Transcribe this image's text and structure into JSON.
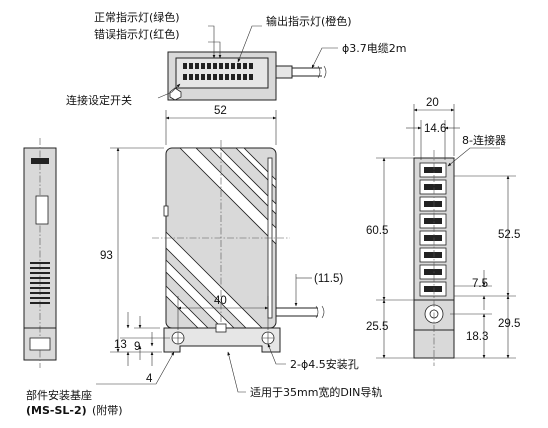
{
  "labels": {
    "normal_led": "正常指示灯(绿色)",
    "error_led": "错误指示灯(红色)",
    "output_led": "输出指示灯(橙色)",
    "cable": "ϕ3.7电缆2m",
    "setting_switch": "连接设定开关",
    "connector": "8-连接器",
    "mounting_holes": "2-ϕ4.5安装孔",
    "din_rail": "适用于35mm宽的DIN导轨",
    "mount_base_line1": "部件安装基座",
    "mount_base_model": "(MS-SL-2)",
    "mount_base_suffix": "(附带)"
  },
  "dimensions": {
    "width_52": "52",
    "height_93": "93",
    "holes_40": "40",
    "cable_offset": "(11.5)",
    "dim_13": "13",
    "dim_9": "9",
    "dim_4": "4",
    "depth_20": "20",
    "depth_14_6": "14.6",
    "dim_60_5": "60.5",
    "dim_52_5": "52.5",
    "dim_7_5": "7.5",
    "dim_25_5": "25.5",
    "dim_29_5": "29.5",
    "dim_18_3": "18.3"
  }
}
